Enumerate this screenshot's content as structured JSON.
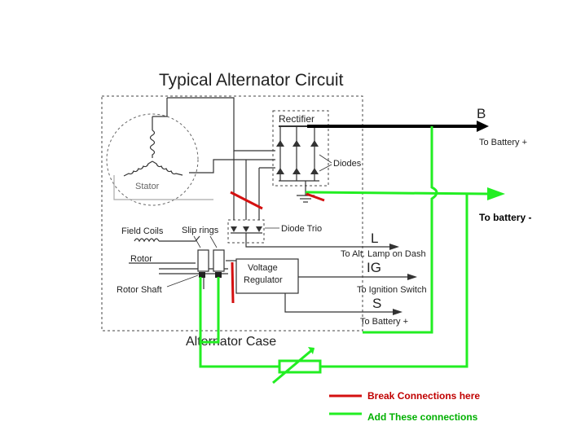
{
  "title": "Typical Alternator Circuit",
  "case_label": "Alternator Case",
  "components": {
    "stator": "Stator",
    "rectifier": "Rectifier",
    "diodes": "Diodes",
    "diode_trio": "Diode Trio",
    "field_coils": "Field Coils",
    "slip_rings": "Slip rings",
    "rotor": "Rotor",
    "rotor_shaft": "Rotor Shaft",
    "voltage_regulator_line1": "Voltage",
    "voltage_regulator_line2": "Regulator"
  },
  "terminals": {
    "b": {
      "letter": "B",
      "desc": "To Battery +"
    },
    "l": {
      "letter": "L",
      "desc": "To Alt. Lamp on Dash"
    },
    "ig": {
      "letter": "IG",
      "desc": "To Ignition Switch"
    },
    "s": {
      "letter": "S",
      "desc": "To Battery +"
    }
  },
  "added_label": "To battery -",
  "legend": [
    {
      "label": "Break Connections here",
      "color": "#d41010"
    },
    {
      "label": "Add These connections",
      "color": "#22ee22"
    }
  ],
  "colors": {
    "break": "#d41010",
    "add": "#22ee22",
    "wire": "#333333"
  }
}
